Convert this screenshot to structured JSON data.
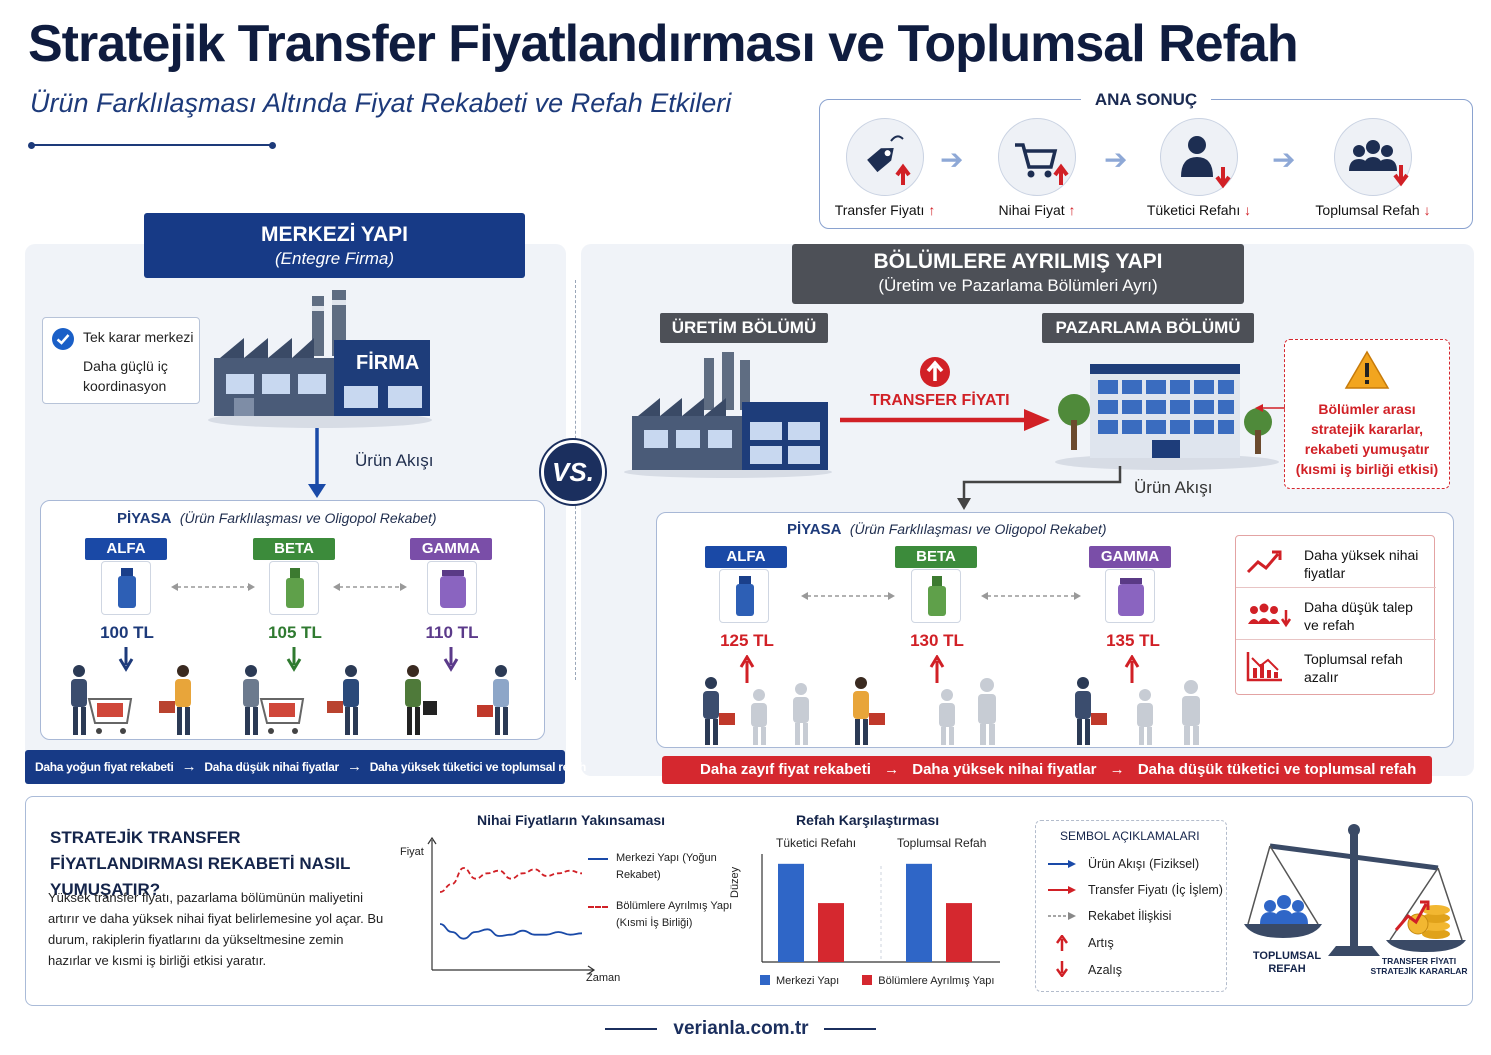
{
  "title": "Stratejik Transfer Fiyatlandırması ve Toplumsal Refah",
  "subtitle": "Ürün Farklılaşması Altında Fiyat Rekabeti ve Refah Etkileri",
  "ana_sonuc": {
    "title": "ANA SONUÇ",
    "items": [
      {
        "label": "Transfer Fiyatı",
        "dir": "up",
        "icon": "price-tag-icon"
      },
      {
        "label": "Nihai Fiyat",
        "dir": "up",
        "icon": "shopping-cart-icon"
      },
      {
        "label": "Tüketici Refahı",
        "dir": "down",
        "icon": "consumer-icon"
      },
      {
        "label": "Toplumsal Refah",
        "dir": "down",
        "icon": "group-icon"
      }
    ],
    "up_glyph": "↑",
    "down_glyph": "↓"
  },
  "colors": {
    "navy": "#173a86",
    "red": "#d5282f",
    "gray": "#4d5057",
    "green": "#3c8b3b",
    "purple": "#7a4ea8"
  },
  "left": {
    "header_title": "MERKEZİ YAPI",
    "header_sub": "(Entegre Firma)",
    "check_item": "Tek karar merkezi",
    "check_text": "Daha güçlü iç koordinasyon",
    "firm_label": "FİRMA",
    "flow_label": "Ürün Akışı",
    "market_title": "PİYASA",
    "market_sub": "(Ürün Farklılaşması ve Oligopol Rekabet)",
    "products": [
      {
        "brand": "ALFA",
        "price": "100 TL"
      },
      {
        "brand": "BETA",
        "price": "105 TL"
      },
      {
        "brand": "GAMMA",
        "price": "110 TL"
      }
    ],
    "strip": [
      "Daha yoğun fiyat rekabeti",
      "Daha düşük nihai fiyatlar",
      "Daha yüksek tüketici ve toplumsal refah"
    ]
  },
  "vs": "VS.",
  "right": {
    "header_title": "BÖLÜMLERE AYRILMIŞ YAPI",
    "header_sub": "(Üretim ve Pazarlama Bölümleri Ayrı)",
    "production": "ÜRETİM BÖLÜMÜ",
    "marketing": "PAZARLAMA BÖLÜMÜ",
    "transfer_label": "TRANSFER FİYATI",
    "flow_label": "Ürün Akışı",
    "warning": "Bölümler arası stratejik kararlar, rekabeti yumuşatır (kısmi iş birliği etkisi)",
    "market_title": "PİYASA",
    "market_sub": "(Ürün Farklılaşması ve Oligopol Rekabet)",
    "products": [
      {
        "brand": "ALFA",
        "price": "125 TL"
      },
      {
        "brand": "BETA",
        "price": "130 TL"
      },
      {
        "brand": "GAMMA",
        "price": "135 TL"
      }
    ],
    "effects": [
      {
        "text": "Daha yüksek nihai fiyatlar",
        "icon": "trend-up-icon"
      },
      {
        "text": "Daha düşük talep ve refah",
        "icon": "demand-down-icon"
      },
      {
        "text": "Toplumsal refah azalır",
        "icon": "welfare-down-icon"
      }
    ],
    "strip": [
      "Daha zayıf fiyat rekabeti",
      "Daha yüksek nihai fiyatlar",
      "Daha düşük tüketici ve toplumsal refah"
    ]
  },
  "strip_arrow": "→",
  "bottom": {
    "question": "STRATEJİK TRANSFER FİYATLANDIRMASI REKABETİ NASIL YUMUŞATIR?",
    "explanation": "Yüksek transfer fiyatı, pazarlama bölümünün maliyetini artırır ve daha yüksek nihai fiyat belirlemesine yol açar. Bu durum, rakiplerin fiyatlarını da yükseltmesine zemin hazırlar ve kısmi iş birliği etkisi yaratır.",
    "chart1": {
      "title": "Nihai Fiyatların Yakınsaması",
      "ylabel": "Fiyat",
      "xlabel": "Zaman",
      "legend": [
        "Merkezi Yapı (Yoğun Rekabet)",
        "Bölümlere Ayrılmış Yapı (Kısmi İş Birliği)"
      ]
    },
    "chart2": {
      "title": "Refah Karşılaştırması",
      "ylabel": "Düzey",
      "groups": [
        "Tüketici Refahı",
        "Toplumsal Refah"
      ],
      "legend": [
        "Merkezi Yapı",
        "Bölümlere Ayrılmış Yapı"
      ]
    },
    "legend_box": {
      "title": "SEMBOL AÇIKLAMALARI",
      "items": [
        "Ürün Akışı (Fiziksel)",
        "Transfer Fiyatı (İç İşlem)",
        "Rekabet İlişkisi",
        "Artış",
        "Azalış"
      ]
    },
    "scale_left": "TOPLUMSAL REFAH",
    "scale_right": "TRANSFER FİYATI STRATEJİK KARARLAR"
  },
  "chart_data": [
    {
      "type": "line",
      "title": "Nihai Fiyatların Yakınsaması",
      "xlabel": "Zaman",
      "ylabel": "Fiyat",
      "x": [
        0,
        1,
        2,
        3,
        4,
        5,
        6,
        7,
        8,
        9,
        10,
        11,
        12
      ],
      "series": [
        {
          "name": "Merkezi Yapı (Yoğun Rekabet)",
          "values": [
            3.0,
            2.4,
            1.9,
            2.4,
            2.6,
            2.1,
            2.2,
            2.5,
            2.2,
            2.2,
            2.4,
            2.2,
            2.3
          ]
        },
        {
          "name": "Bölümlere Ayrılmış Yapı (Kısmi İş Birliği)",
          "values": [
            5.4,
            6.0,
            7.2,
            6.4,
            6.8,
            7.0,
            6.4,
            6.8,
            7.1,
            6.6,
            6.8,
            7.0,
            6.8
          ]
        }
      ],
      "ylim": [
        0,
        9
      ],
      "grid": false,
      "legend": "right"
    },
    {
      "type": "bar",
      "title": "Refah Karşılaştırması",
      "ylabel": "Düzey",
      "categories": [
        "Tüketici Refahı",
        "Toplumsal Refah"
      ],
      "series": [
        {
          "name": "Merkezi Yapı",
          "values": [
            100,
            100
          ]
        },
        {
          "name": "Bölümlere Ayrılmış Yapı",
          "values": [
            60,
            60
          ]
        }
      ],
      "ylim": [
        0,
        110
      ],
      "grid": false,
      "legend": "bottom"
    }
  ]
}
